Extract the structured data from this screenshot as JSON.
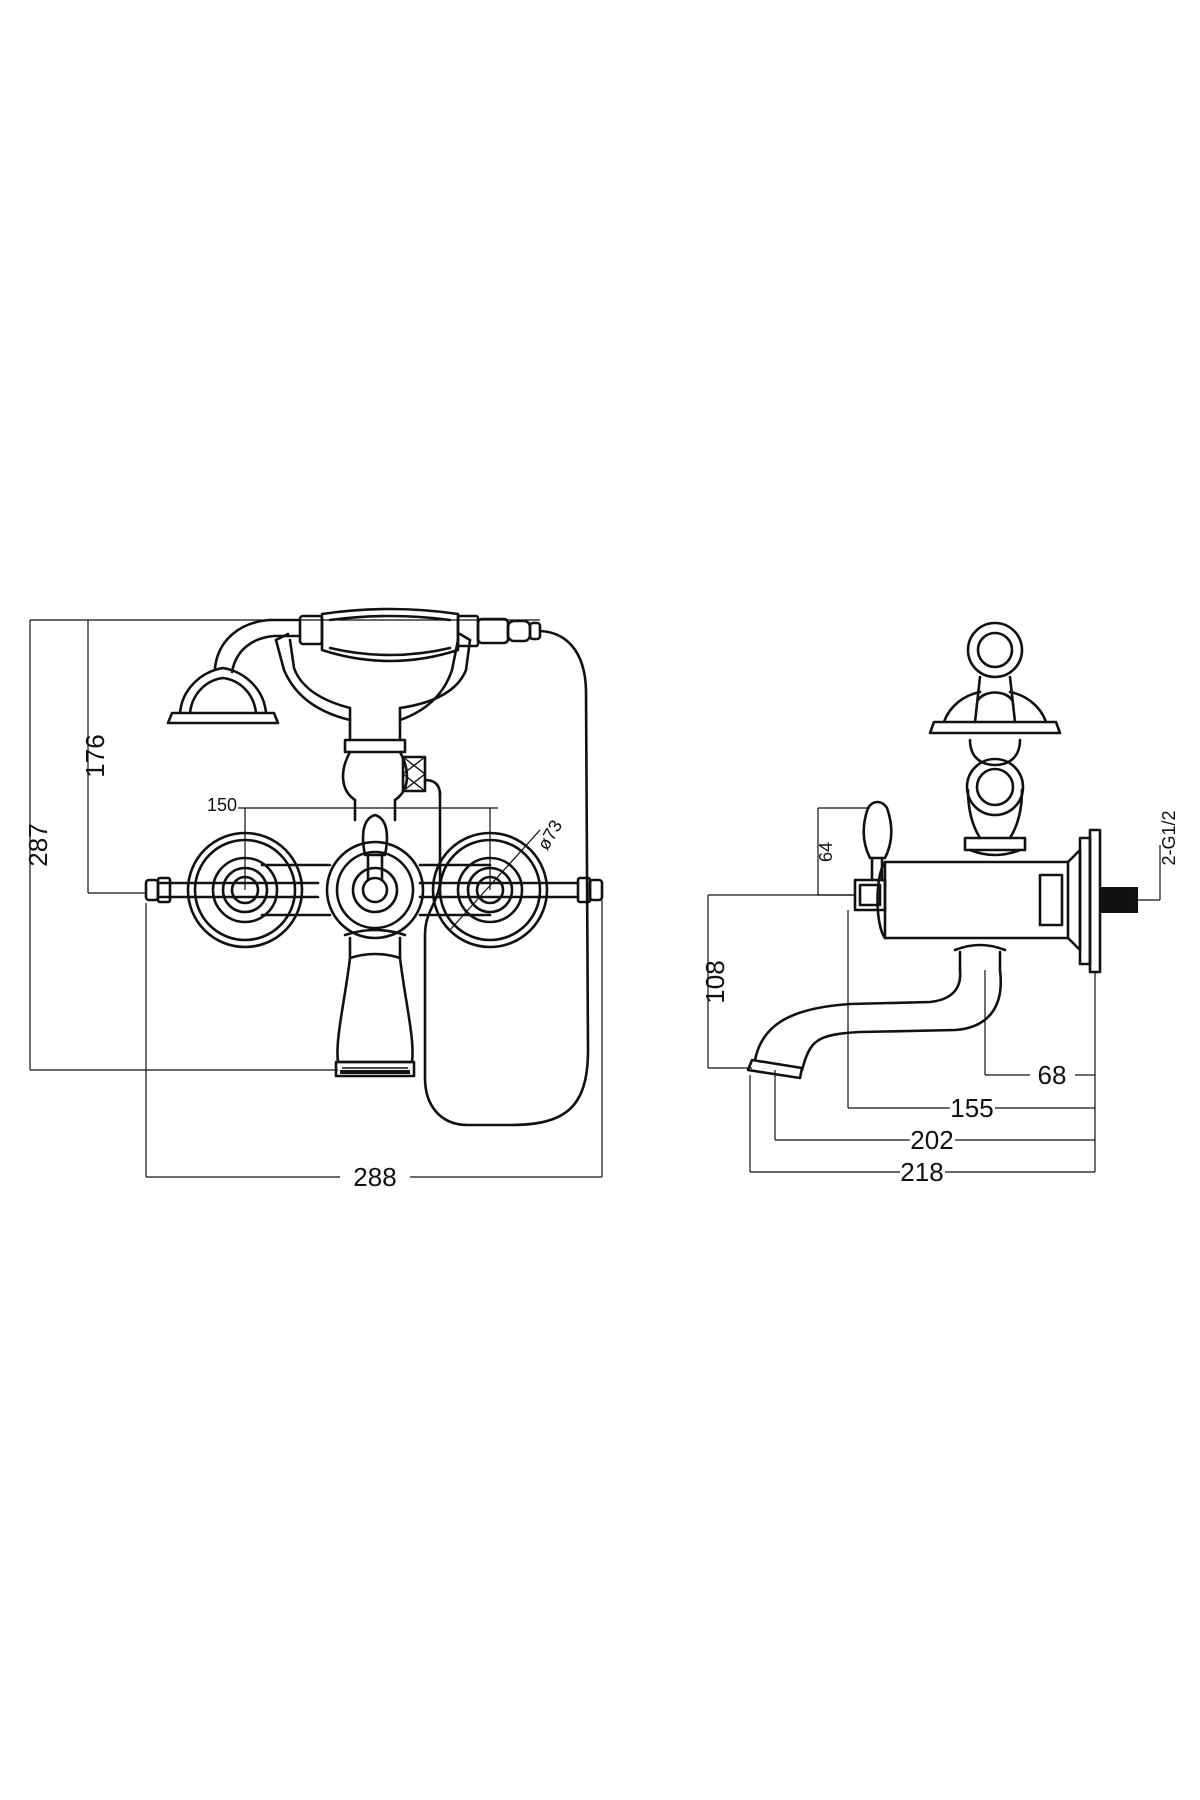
{
  "front_view": {
    "dimensions": {
      "overall_height": "287",
      "handle_height": "176",
      "center_distance": "150",
      "escutcheon_diameter": "ø73",
      "overall_width": "288"
    }
  },
  "side_view": {
    "dimensions": {
      "lever_height": "64",
      "spout_height": "108",
      "thread": "2-G1/2",
      "body_depth": "68",
      "lever_projection": "155",
      "spout_projection_inner": "202",
      "overall_depth": "218"
    }
  }
}
